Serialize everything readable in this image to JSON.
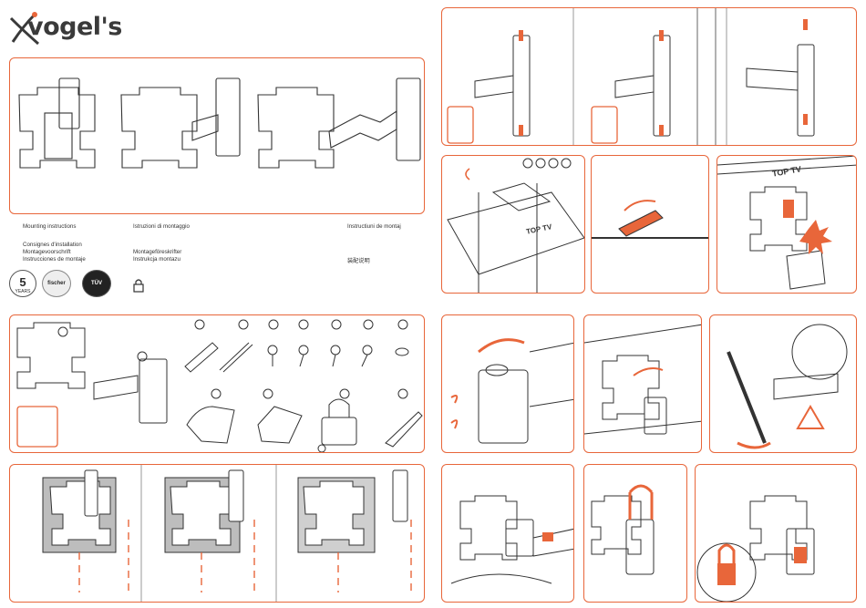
{
  "brand": {
    "name": "vogel's"
  },
  "languages": {
    "col1": [
      "Mounting instructions",
      "Consignes d'installation",
      "Montagevoorschrift",
      "Instrucciones de montaje"
    ],
    "col2": [
      "Istruzioni di montaggio",
      "Montageföreskrifter",
      "Instrukcja montazu"
    ],
    "col3": [
      "Instructiuni de montaj",
      "装配说明"
    ]
  },
  "badges": {
    "warranty": {
      "num": "5",
      "label": "YEARS"
    },
    "fischer": "fischer",
    "tuv": "TÜV"
  },
  "labels": {
    "top_tv_1": "TOP TV",
    "top_tv_2": "TOP TV"
  },
  "colors": {
    "accent": "#e8663a",
    "line": "#333333",
    "grey": "#9a9a9a"
  }
}
